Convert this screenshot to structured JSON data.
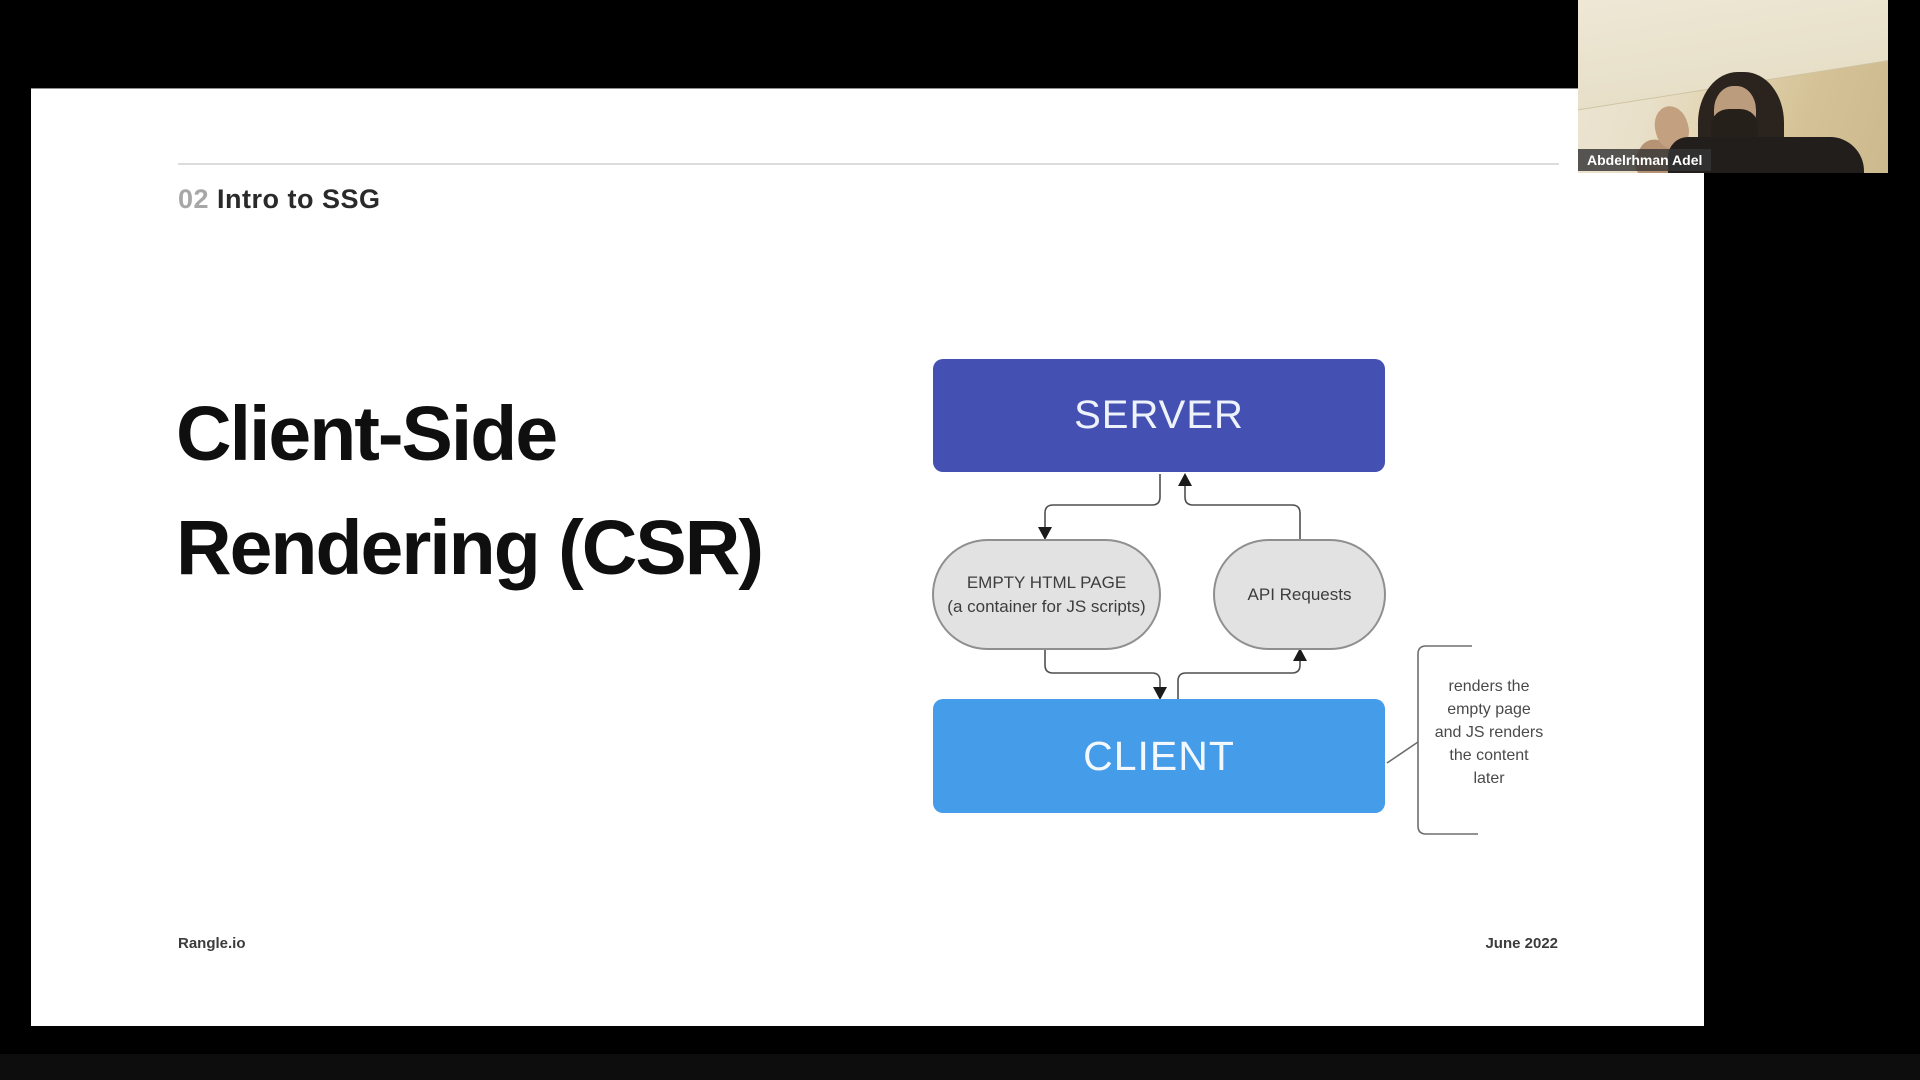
{
  "slide": {
    "section_number": "02",
    "section_title": "Intro to SSG",
    "title_line1": "Client-Side",
    "title_line2": "Rendering (CSR)",
    "footer_brand": "Rangle.io",
    "footer_date": "June 2022"
  },
  "diagram": {
    "server_label": "SERVER",
    "client_label": "CLIENT",
    "empty_html_pill_line1": "EMPTY HTML PAGE",
    "empty_html_pill_line2": "(a container for JS scripts)",
    "api_requests_label": "API Requests",
    "annotation_lines": {
      "0": "renders the",
      "1": "empty page",
      "2": "and JS renders",
      "3": "the content",
      "4": "later"
    },
    "colors": {
      "server_box": "#4451b3",
      "client_box": "#459ce9",
      "pill_fill": "#e2e2e2",
      "pill_border": "#8f8f8f",
      "connector": "#4f4f4f"
    }
  },
  "webcam": {
    "participant_name": "Abdelrhman Adel"
  }
}
